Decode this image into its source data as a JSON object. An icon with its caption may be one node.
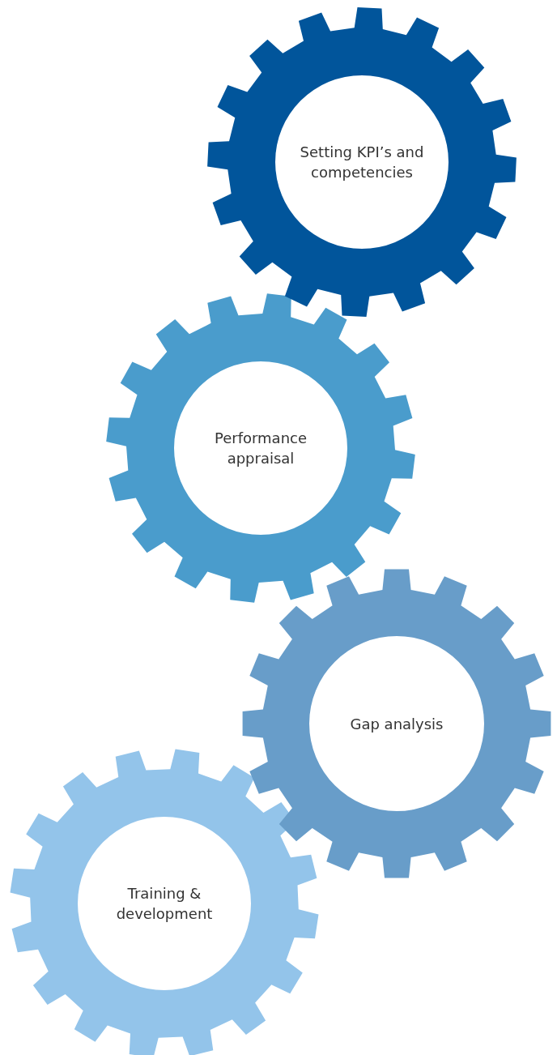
{
  "diagram": {
    "nodes": [
      {
        "text": [
          "Setting KPI’s and competencies"
        ]
      },
      {
        "text": [
          "Performance appraisal"
        ]
      },
      {
        "text": [
          "Gap analysis"
        ]
      },
      {
        "text": [
          "Training & development"
        ]
      }
    ]
  }
}
